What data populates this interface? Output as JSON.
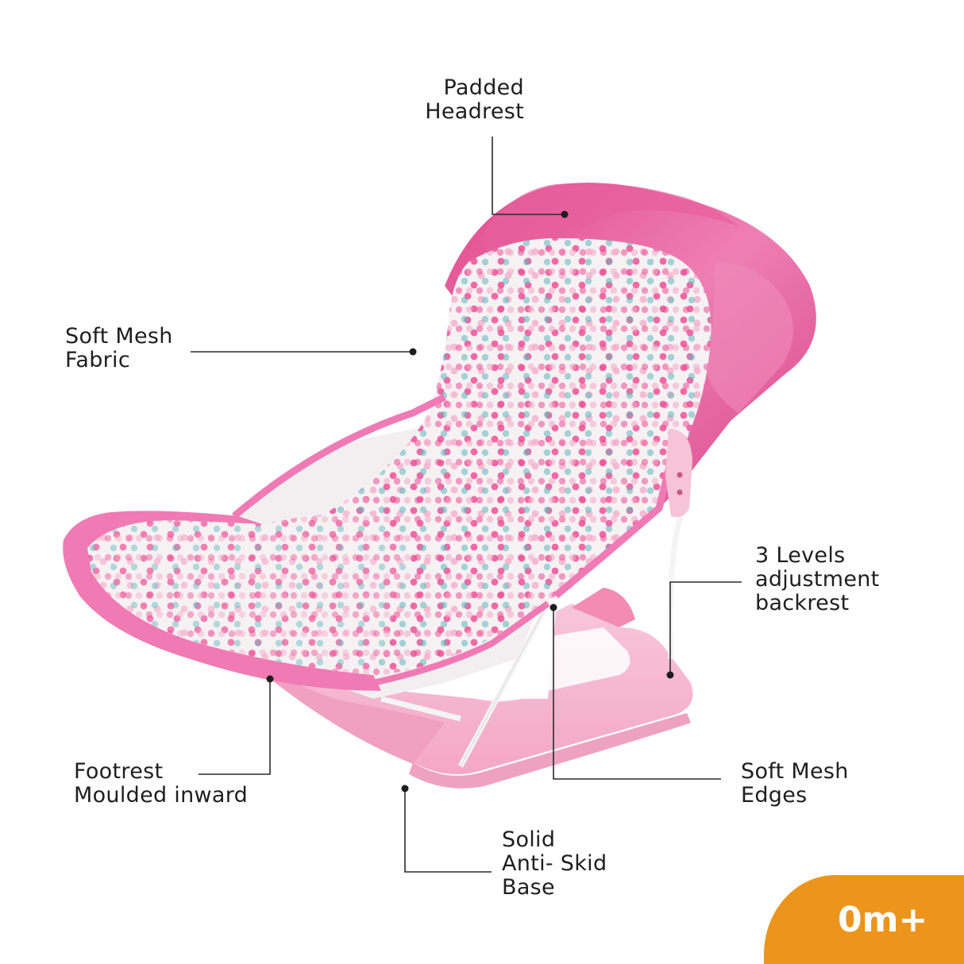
{
  "product": {
    "name": "baby-bather",
    "colors": {
      "fabric_pink": "#e6418a",
      "headrest_pink": "#de4f8f",
      "trim_pink": "#f07ab4",
      "base_pink": "#f6b8cf",
      "mesh_white": "#f4f1f3",
      "dot_pink": "#ec4f96",
      "dot_light_pink": "#f3a9c8",
      "dot_teal": "#5fb7bd",
      "frame_white": "#f2f2f2"
    }
  },
  "callouts": {
    "headrest": {
      "line1": "Padded",
      "line2": "Headrest"
    },
    "mesh_fabric": {
      "line1": "Soft Mesh",
      "line2": "Fabric"
    },
    "backrest": {
      "line1": "3 Levels",
      "line2": "adjustment",
      "line3": "backrest"
    },
    "footrest": {
      "line1": "Footrest",
      "line2": "Moulded inward"
    },
    "mesh_edges": {
      "line1": "Soft Mesh",
      "line2": "Edges"
    },
    "base": {
      "line1": "Solid",
      "line2": "Anti- Skid",
      "line3": "Base"
    }
  },
  "badge": {
    "label": "0m+",
    "color": "#ec951d"
  }
}
